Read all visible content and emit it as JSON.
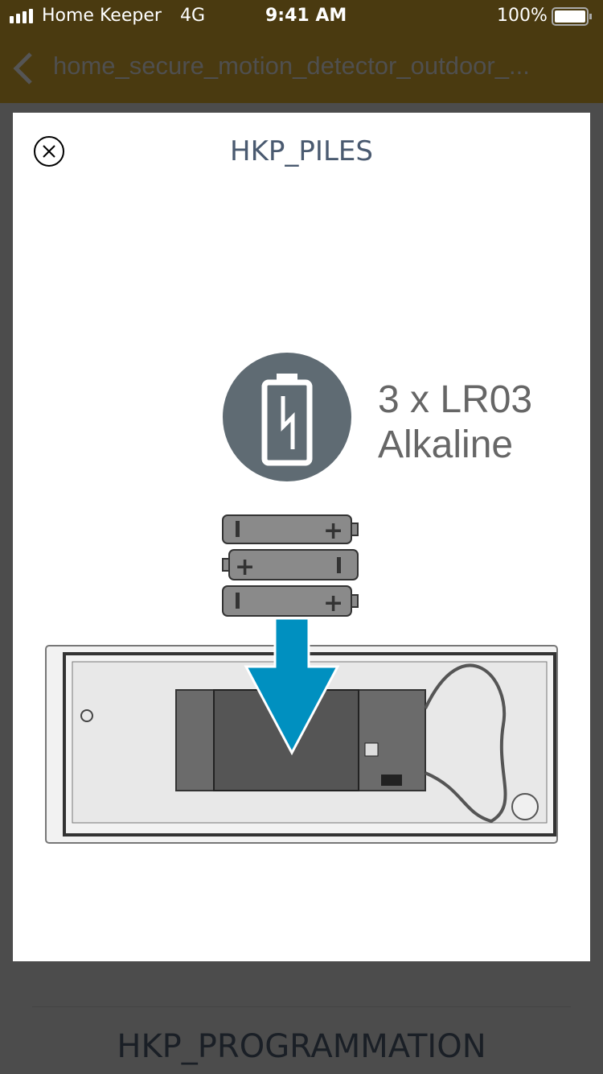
{
  "status_bar": {
    "carrier": "Home Keeper",
    "network": "4G",
    "time": "9:41 AM",
    "battery": "100%"
  },
  "nav": {
    "title": "home_secure_motion_detector_outdoor_..."
  },
  "modal": {
    "title": "HKP_PILES",
    "illustration": {
      "battery_spec_line1": "3 x LR03",
      "battery_spec_line2": "Alkaline"
    }
  },
  "background": {
    "next_section_title": "HKP_PROGRAMMATION"
  },
  "colors": {
    "nav": "#4a3a10",
    "arrow": "#0090c0",
    "title": "#4a5a70"
  }
}
